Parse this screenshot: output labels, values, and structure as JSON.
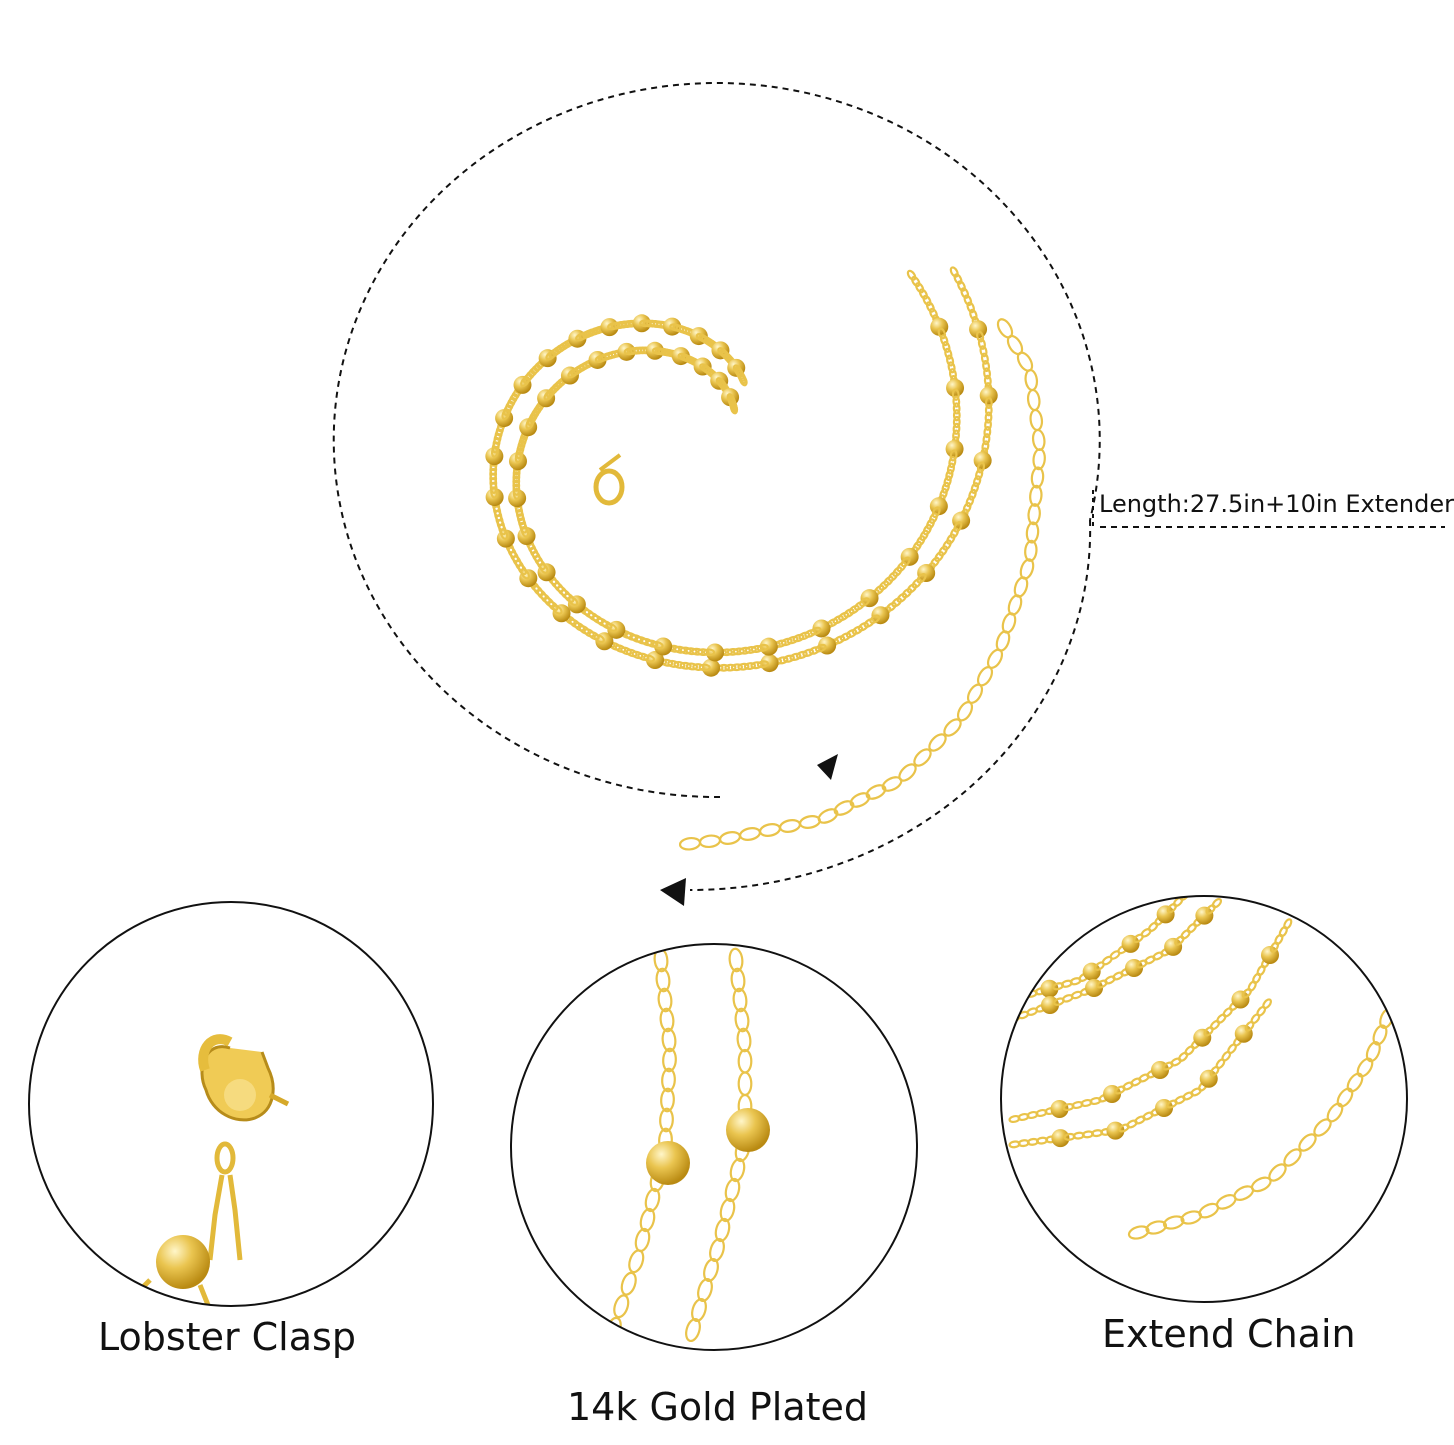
{
  "length_annotation": "Length:27.5in+10in Extender",
  "details": [
    {
      "caption": "Lobster Clasp"
    },
    {
      "caption": "14k Gold Plated"
    },
    {
      "caption": "Extend Chain"
    }
  ],
  "colors": {
    "gold": "#e9c34a",
    "gold_dark": "#c99a1c",
    "gold_light": "#fff2b8",
    "outline": "#111111",
    "background": "#ffffff"
  }
}
